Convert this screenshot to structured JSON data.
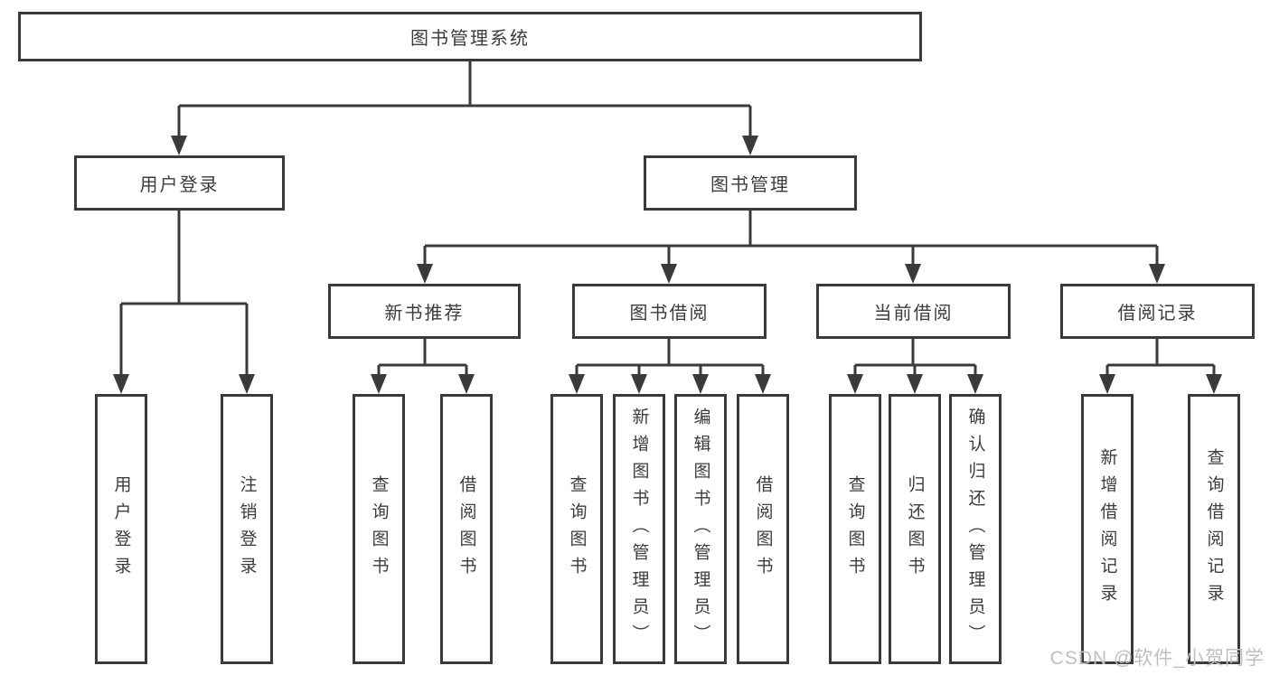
{
  "tree": {
    "root": {
      "label": "图书管理系统"
    },
    "branches": [
      {
        "label": "用户登录",
        "children": [
          {
            "label": "用户登录"
          },
          {
            "label": "注销登录"
          }
        ]
      },
      {
        "label": "图书管理",
        "sections": [
          {
            "label": "新书推荐",
            "children": [
              {
                "label": "查询图书"
              },
              {
                "label": "借阅图书"
              }
            ]
          },
          {
            "label": "图书借阅",
            "children": [
              {
                "label": "查询图书"
              },
              {
                "label": "新增图书（管理员）"
              },
              {
                "label": "编辑图书（管理员）"
              },
              {
                "label": "借阅图书"
              }
            ]
          },
          {
            "label": "当前借阅",
            "children": [
              {
                "label": "查询图书"
              },
              {
                "label": "归还图书"
              },
              {
                "label": "确认归还（管理员）"
              }
            ]
          },
          {
            "label": "借阅记录",
            "children": [
              {
                "label": "新增借阅记录"
              },
              {
                "label": "查询借阅记录"
              }
            ]
          }
        ]
      }
    ]
  },
  "watermark": {
    "text": "CSDN @软件_小贺同学",
    "color": "#bfbfbf"
  },
  "colors": {
    "line": "#3a3a3a",
    "text": "#3c3c3c",
    "background": "#ffffff"
  }
}
